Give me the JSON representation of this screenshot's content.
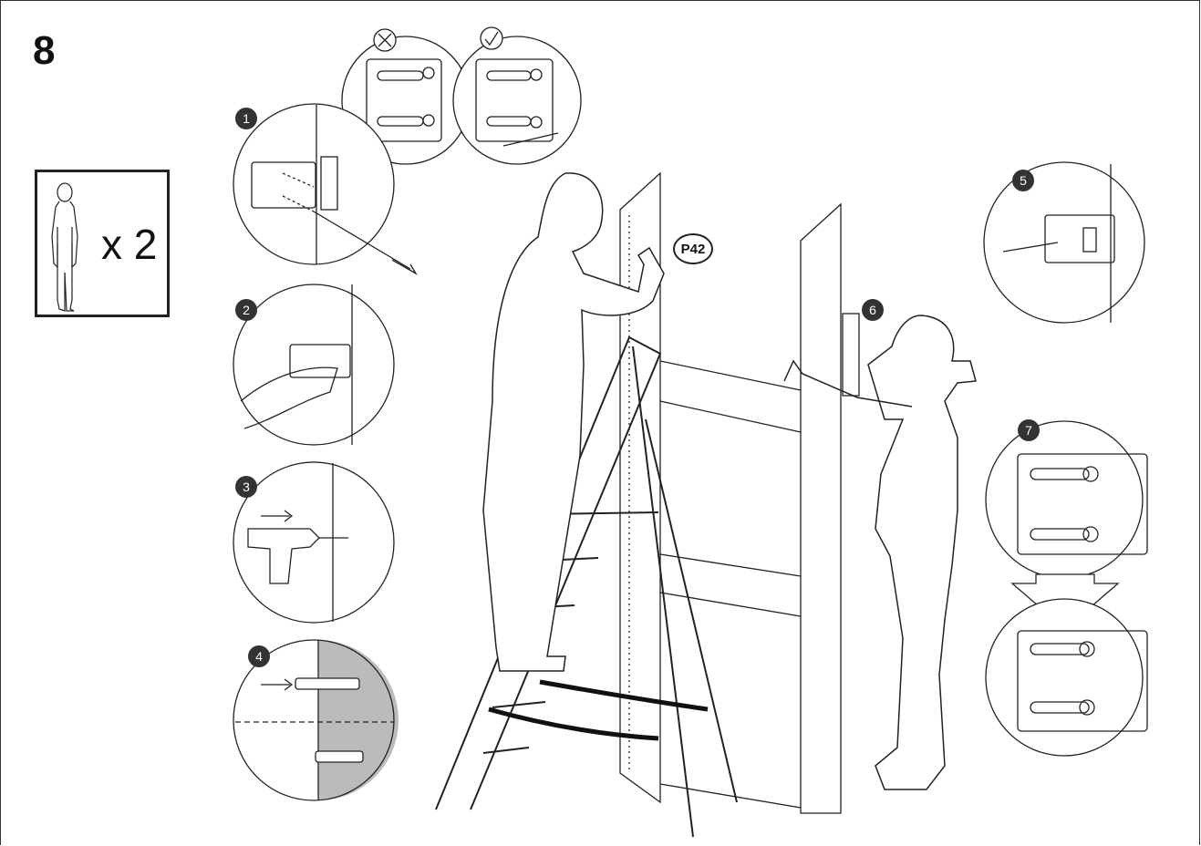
{
  "step": {
    "number": "8"
  },
  "people": {
    "count_label": "x 2"
  },
  "part_label": "P42",
  "callouts": [
    "1",
    "2",
    "3",
    "4",
    "5",
    "6",
    "7"
  ],
  "icons": {
    "wrong": "cross-in-circle-icon",
    "right": "check-in-circle-icon",
    "person": "person-silhouette-icon"
  }
}
